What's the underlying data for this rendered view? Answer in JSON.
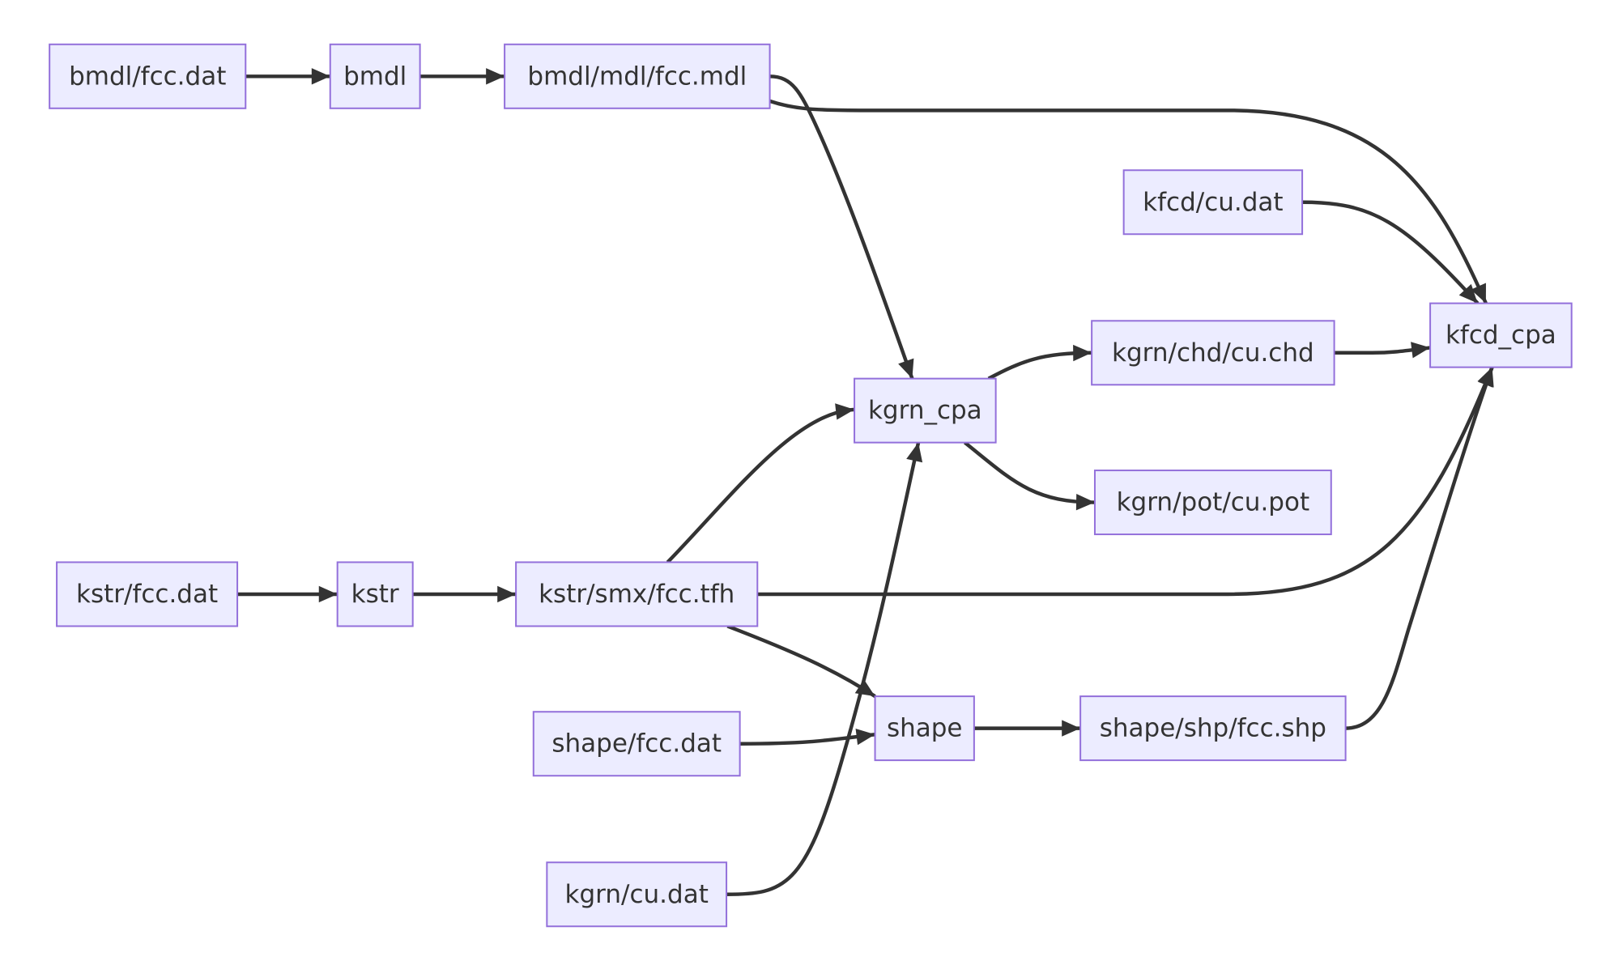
{
  "diagram": {
    "type": "flowchart",
    "direction": "left-to-right",
    "nodes": [
      {
        "id": "bmdl_fcc_dat",
        "label": "bmdl/fcc.dat"
      },
      {
        "id": "bmdl",
        "label": "bmdl"
      },
      {
        "id": "bmdl_mdl_fcc_mdl",
        "label": "bmdl/mdl/fcc.mdl"
      },
      {
        "id": "kfcd_cu_dat",
        "label": "kfcd/cu.dat"
      },
      {
        "id": "kgrn_cpa",
        "label": "kgrn_cpa"
      },
      {
        "id": "kgrn_chd_cu_chd",
        "label": "kgrn/chd/cu.chd"
      },
      {
        "id": "kfcd_cpa",
        "label": "kfcd_cpa"
      },
      {
        "id": "kgrn_pot_cu_pot",
        "label": "kgrn/pot/cu.pot"
      },
      {
        "id": "kstr_fcc_dat",
        "label": "kstr/fcc.dat"
      },
      {
        "id": "kstr",
        "label": "kstr"
      },
      {
        "id": "kstr_smx_fcc_tfh",
        "label": "kstr/smx/fcc.tfh"
      },
      {
        "id": "shape_fcc_dat",
        "label": "shape/fcc.dat"
      },
      {
        "id": "shape",
        "label": "shape"
      },
      {
        "id": "shape_shp_fcc_shp",
        "label": "shape/shp/fcc.shp"
      },
      {
        "id": "kgrn_cu_dat",
        "label": "kgrn/cu.dat"
      }
    ],
    "edges": [
      {
        "from": "bmdl_fcc_dat",
        "to": "bmdl"
      },
      {
        "from": "bmdl",
        "to": "bmdl_mdl_fcc_mdl"
      },
      {
        "from": "bmdl_mdl_fcc_mdl",
        "to": "kgrn_cpa"
      },
      {
        "from": "bmdl_mdl_fcc_mdl",
        "to": "kfcd_cpa"
      },
      {
        "from": "kfcd_cu_dat",
        "to": "kfcd_cpa"
      },
      {
        "from": "kgrn_cpa",
        "to": "kgrn_chd_cu_chd"
      },
      {
        "from": "kgrn_cpa",
        "to": "kgrn_pot_cu_pot"
      },
      {
        "from": "kgrn_chd_cu_chd",
        "to": "kfcd_cpa"
      },
      {
        "from": "kstr_fcc_dat",
        "to": "kstr"
      },
      {
        "from": "kstr",
        "to": "kstr_smx_fcc_tfh"
      },
      {
        "from": "kstr_smx_fcc_tfh",
        "to": "kgrn_cpa"
      },
      {
        "from": "kstr_smx_fcc_tfh",
        "to": "kfcd_cpa"
      },
      {
        "from": "kstr_smx_fcc_tfh",
        "to": "shape"
      },
      {
        "from": "shape_fcc_dat",
        "to": "shape"
      },
      {
        "from": "shape",
        "to": "shape_shp_fcc_shp"
      },
      {
        "from": "shape_shp_fcc_shp",
        "to": "kfcd_cpa"
      },
      {
        "from": "kgrn_cu_dat",
        "to": "kgrn_cpa"
      }
    ]
  },
  "colors": {
    "node_fill": "#ececff",
    "node_stroke": "#9370db",
    "edge": "#333333",
    "text": "#333333",
    "background": "#ffffff"
  }
}
